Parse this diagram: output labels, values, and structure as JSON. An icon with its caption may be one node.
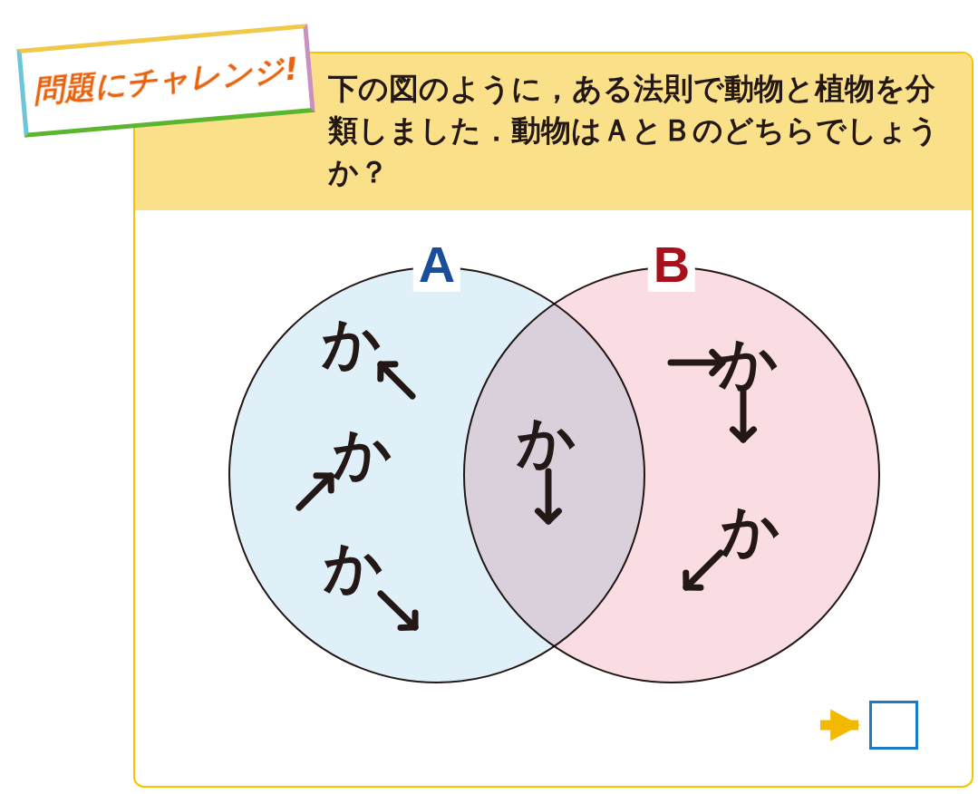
{
  "diagram": {
    "title": "問題にチャレンジ!",
    "nodes": [
      {
        "text": [
          "下の図のように，ある法則で動物と植物を分類しました．動物はＡとＢのどちらでしょうか？"
        ]
      },
      {
        "text": [
          "A"
        ],
        "in": 0
      },
      {
        "text": [
          "B"
        ],
        "in": 0
      },
      {
        "text": [],
        "shape": "box",
        "in": 0
      }
    ],
    "edges": [
      {
        "from": null,
        "to": 3,
        "arrow": "to",
        "color": "#f3b800"
      }
    ],
    "labels": [
      "か",
      "か",
      "か",
      "か",
      "か",
      "か"
    ]
  }
}
